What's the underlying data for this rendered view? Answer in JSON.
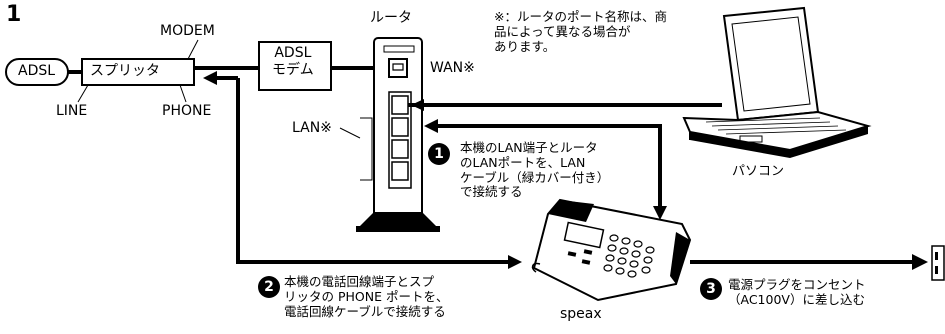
{
  "figure": {
    "step_number": "1",
    "note": "※：ルータのポート名称は、商\n品によって異なる場合が\nあります。"
  },
  "labels": {
    "adsl": "ADSL",
    "splitter": "スプリッタ",
    "modem_port": "MODEM",
    "line_port": "LINE",
    "phone_port": "PHONE",
    "adsl_modem": "ADSL\nモデム",
    "router": "ルータ",
    "wan": "WAN※",
    "lan": "LAN※",
    "pc": "パソコン",
    "fax": "speax"
  },
  "steps": [
    {
      "num": "1",
      "text": "本機のLAN端子とルータ\nのLANポートを、LAN\nケーブル（緑カバー付き）\nで接続する"
    },
    {
      "num": "2",
      "text": "本機の電話回線端子とスプ\nリッタの PHONE ポートを、\n電話回線ケーブルで接続する"
    },
    {
      "num": "3",
      "text": "電源プラグをコンセント\n（AC100V）に差し込む"
    }
  ]
}
